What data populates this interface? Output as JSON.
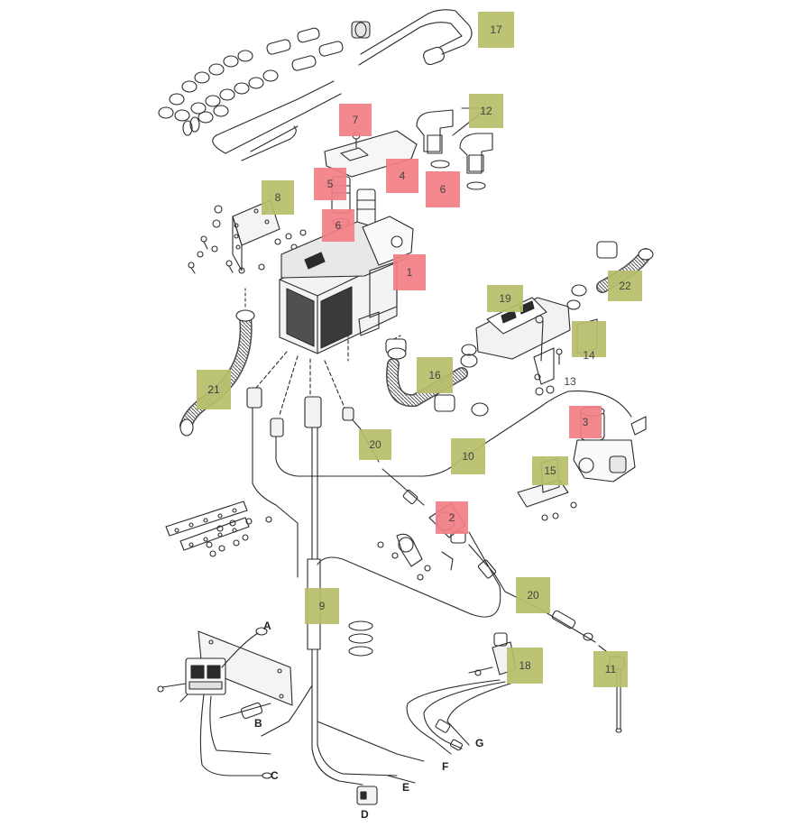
{
  "colors": {
    "callout_green": "#b7be6a",
    "callout_red": "#f27f86",
    "line": "#2b2b2b",
    "fill_light": "#f2f2f2",
    "fill_dark": "#3a3a3a"
  },
  "callouts": [
    {
      "id": "c1",
      "label": "1",
      "color": "red"
    },
    {
      "id": "c2",
      "label": "2",
      "color": "red"
    },
    {
      "id": "c3",
      "label": "3",
      "color": "red"
    },
    {
      "id": "c4",
      "label": "4",
      "color": "red"
    },
    {
      "id": "c5",
      "label": "5",
      "color": "red"
    },
    {
      "id": "c6a",
      "label": "6",
      "color": "red"
    },
    {
      "id": "c6b",
      "label": "6",
      "color": "red"
    },
    {
      "id": "c7",
      "label": "7",
      "color": "red"
    },
    {
      "id": "c8",
      "label": "8",
      "color": "green"
    },
    {
      "id": "c9",
      "label": "9",
      "color": "green"
    },
    {
      "id": "c10",
      "label": "10",
      "color": "green"
    },
    {
      "id": "c11",
      "label": "11",
      "color": "green"
    },
    {
      "id": "c12",
      "label": "12",
      "color": "green"
    },
    {
      "id": "c13",
      "label": "13",
      "color": "none"
    },
    {
      "id": "c14",
      "label": "14",
      "color": "green"
    },
    {
      "id": "c15",
      "label": "15",
      "color": "green"
    },
    {
      "id": "c16",
      "label": "16",
      "color": "green"
    },
    {
      "id": "c17",
      "label": "17",
      "color": "green"
    },
    {
      "id": "c18",
      "label": "18",
      "color": "green"
    },
    {
      "id": "c19",
      "label": "19",
      "color": "green"
    },
    {
      "id": "c20a",
      "label": "20",
      "color": "green"
    },
    {
      "id": "c20b",
      "label": "20",
      "color": "green"
    },
    {
      "id": "c21",
      "label": "21",
      "color": "green"
    },
    {
      "id": "c22",
      "label": "22",
      "color": "green"
    }
  ],
  "letters": [
    {
      "id": "lA",
      "label": "A"
    },
    {
      "id": "lB",
      "label": "B"
    },
    {
      "id": "lC",
      "label": "C"
    },
    {
      "id": "lD",
      "label": "D"
    },
    {
      "id": "lE",
      "label": "E"
    },
    {
      "id": "lF",
      "label": "F"
    },
    {
      "id": "lG",
      "label": "G"
    }
  ]
}
